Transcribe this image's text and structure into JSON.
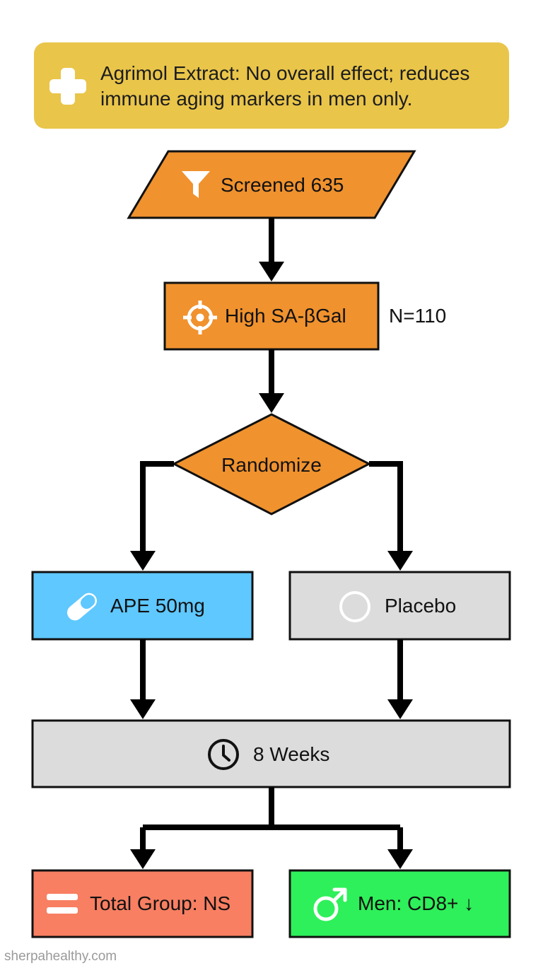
{
  "banner": {
    "text": "Agrimol Extract: No overall effect; reduces immune aging markers in men only.",
    "color": "#e9c54a"
  },
  "nodes": {
    "screened": {
      "label": "Screened 635",
      "icon": "filter-icon",
      "shape": "parallelogram",
      "color": "#f0922e"
    },
    "high_sa": {
      "label": "High SA-βGal",
      "icon": "target-icon",
      "shape": "rectangle",
      "color": "#f0922e"
    },
    "n_label": "N=110",
    "randomize": {
      "label": "Randomize",
      "shape": "diamond",
      "color": "#f0922e"
    },
    "ape": {
      "label": "APE 50mg",
      "icon": "pill-icon",
      "color": "#5fc8ff"
    },
    "placebo": {
      "label": "Placebo",
      "icon": "circle-icon",
      "color": "#dcdcdc"
    },
    "weeks": {
      "label": "8 Weeks",
      "icon": "clock-icon",
      "color": "#dcdcdc"
    },
    "total": {
      "label": "Total Group: NS",
      "icon": "equals-icon",
      "color": "#f87f62"
    },
    "men": {
      "label": "Men: CD8+ ↓",
      "icon": "male-icon",
      "color": "#2ef05a"
    }
  },
  "watermark": "sherpahealthy.com"
}
